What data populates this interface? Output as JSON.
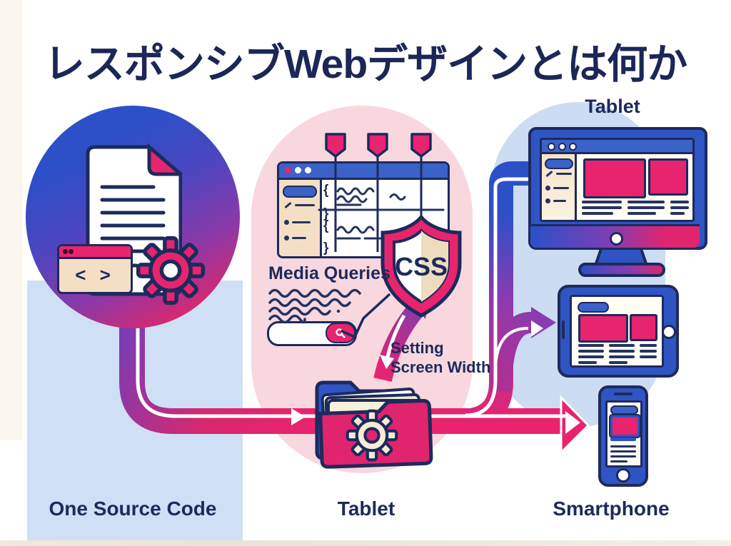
{
  "title": "レスポンシブWebデザインとは何か",
  "columns": [
    {
      "id": "source",
      "label": "One Source Code"
    },
    {
      "id": "stylesheet",
      "label": "Tablet"
    },
    {
      "id": "devices",
      "label": "Smartphone"
    }
  ],
  "annotations": {
    "device_top_label": "Tablet",
    "media_queries": "Media Queries",
    "css_badge": "CSS",
    "setting_width_line1": "Setting",
    "setting_width_line2": "Screen Width"
  },
  "code": {
    "angle_brackets": "< >",
    "braces": [
      "{",
      "}",
      "{",
      "}"
    ]
  },
  "colors": {
    "navy": "#1d2a5c",
    "blue": "#2f55c4",
    "pink": "#e8246e",
    "purple": "#8b3bb0",
    "panel_blue": "#cfdff5",
    "panel_pink": "#f8d7de",
    "panel_beige": "#f5dfc4"
  }
}
